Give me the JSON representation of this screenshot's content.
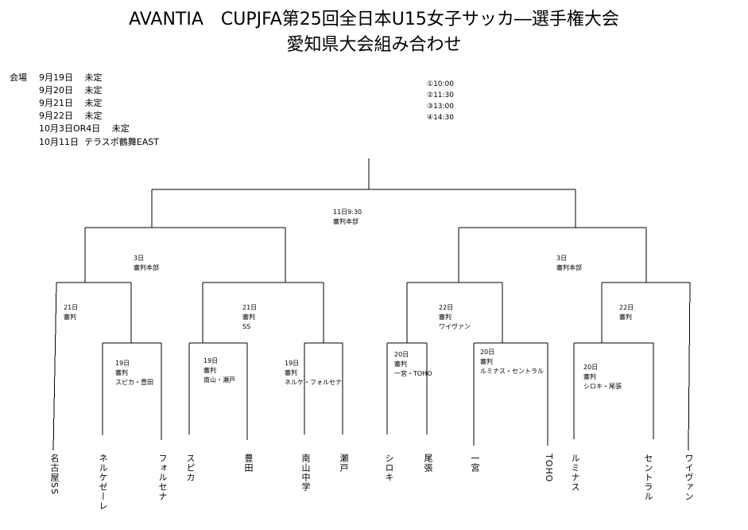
{
  "title": {
    "line1": "AVANTIA　CUPJFA第25回全日本U15女子サッカ―選手権大会",
    "line2": "愛知県大会組み合わせ"
  },
  "venue": {
    "label": "会場",
    "rows": [
      "9月19日　 未定",
      "9月20日　 未定",
      "9月21日　 未定",
      "9月22日　 未定",
      "10月3日OR4日　 未定",
      "10月11日  テラスポ鶴舞EAST"
    ]
  },
  "times": [
    "①10:00",
    "②11:30",
    "③13:00",
    "④14:30"
  ],
  "matches": {
    "final": {
      "day": "11日9:30",
      "ref": "審判本部"
    },
    "semi_left": {
      "day": "3日",
      "ref": "審判本部"
    },
    "semi_right": {
      "day": "3日",
      "ref": "審判本部"
    },
    "qf1": {
      "day": "21日",
      "ref": "審判"
    },
    "qf2": {
      "day": "21日",
      "ref": "審判",
      "team": "SS"
    },
    "qf3": {
      "day": "22日",
      "ref": "審判",
      "team": "ワイヴァン"
    },
    "qf4": {
      "day": "22日",
      "ref": "審判"
    },
    "r1_1": {
      "day": "19日",
      "ref": "審判",
      "team": "スピカ・豊田"
    },
    "r1_2": {
      "day": "19日",
      "ref": "審判",
      "team": "南山・瀬戸"
    },
    "r1_3": {
      "day": "19日",
      "ref": "審判",
      "team": "ネルケ・フォルセナ"
    },
    "r1_4": {
      "day": "20日",
      "ref": "審判",
      "team": "一宮・TOHO"
    },
    "r1_5": {
      "day": "20日",
      "ref": "審判",
      "team": "ルミナス・セントラル"
    },
    "r1_6": {
      "day": "20日",
      "ref": "審判",
      "team": "シロキ・尾張"
    }
  },
  "teams": [
    "名古屋SS",
    "ネルケゼーレ",
    "フォルセナ",
    "スピカ",
    "豊田",
    "南山中学",
    "瀬戸",
    "シロキ",
    "尾張",
    "一宮",
    "TOHO",
    "ルミナス",
    "セントラル",
    "ワイヴァン"
  ]
}
